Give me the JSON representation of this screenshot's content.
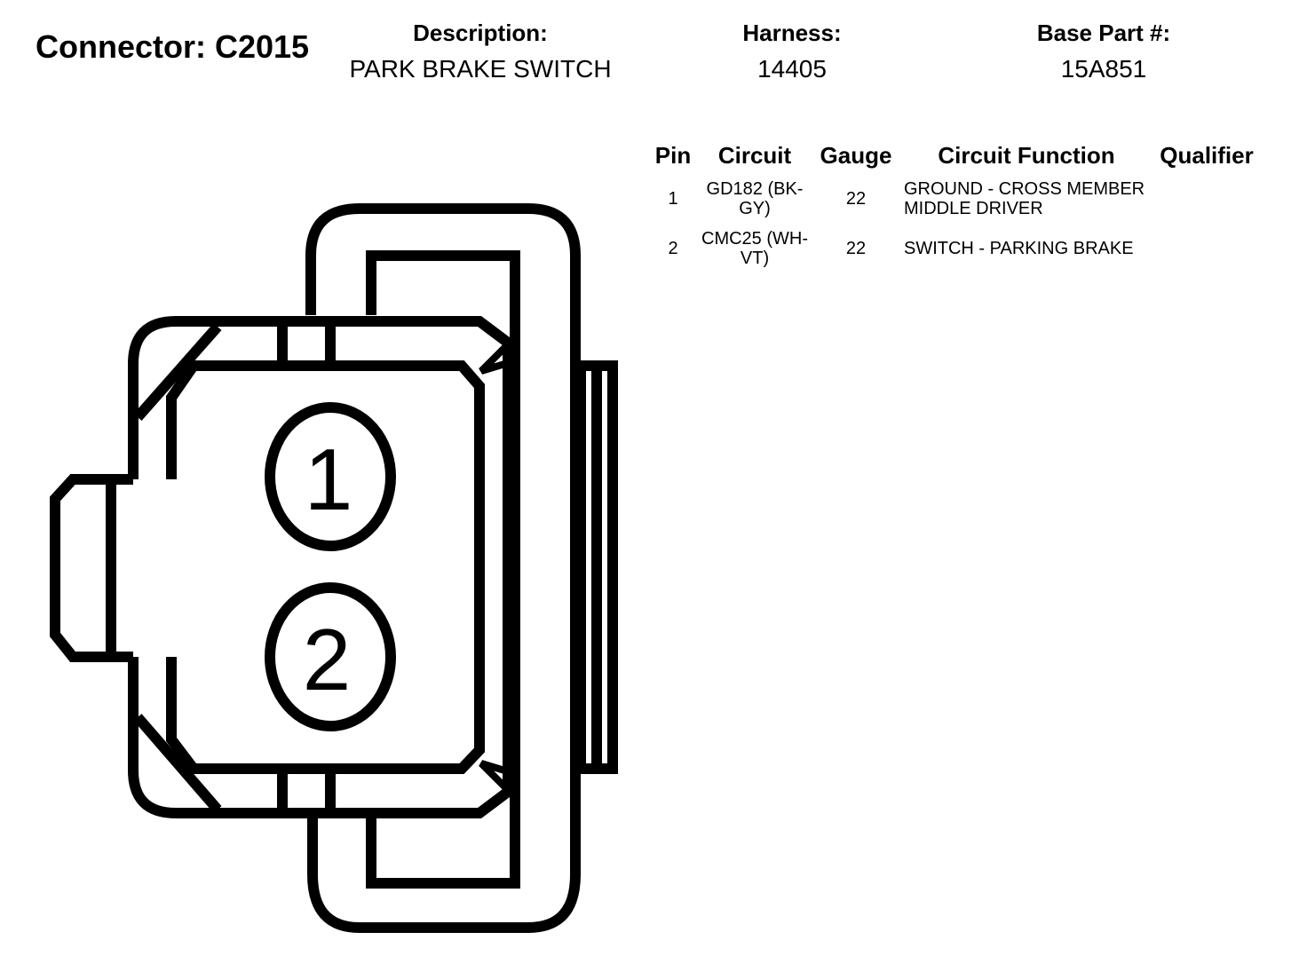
{
  "connector": {
    "title": "Connector: C2015"
  },
  "header": {
    "description": {
      "label": "Description:",
      "value": "PARK BRAKE SWITCH"
    },
    "harness": {
      "label": "Harness:",
      "value": "14405"
    },
    "base_part": {
      "label": "Base Part #:",
      "value": "15A851"
    }
  },
  "table": {
    "columns": [
      "Pin",
      "Circuit",
      "Gauge",
      "Circuit Function",
      "Qualifier"
    ],
    "rows": [
      {
        "pin": "1",
        "circuit": "GD182 (BK-GY)",
        "gauge": "22",
        "function": "GROUND - CROSS MEMBER MIDDLE DRIVER",
        "qualifier": ""
      },
      {
        "pin": "2",
        "circuit": "CMC25 (WH-VT)",
        "gauge": "22",
        "function": "SWITCH - PARKING BRAKE",
        "qualifier": ""
      }
    ]
  },
  "diagram": {
    "pins": [
      "1",
      "2"
    ],
    "line_color": "#000000",
    "background": "#ffffff"
  }
}
